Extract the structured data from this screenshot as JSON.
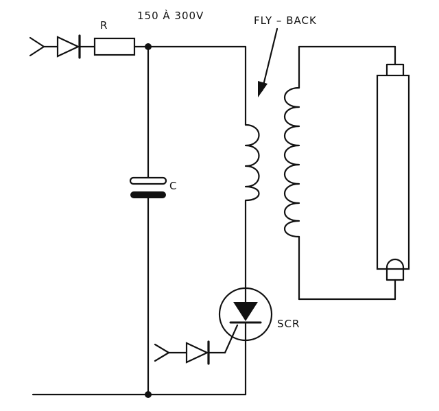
{
  "labels": {
    "resistor": "R",
    "voltage": "150 À 300V",
    "flyback": "FLY – BACK",
    "capacitor": "C",
    "scr": "SCR"
  },
  "colors": {
    "ink": "#111111",
    "background": "#ffffff"
  }
}
